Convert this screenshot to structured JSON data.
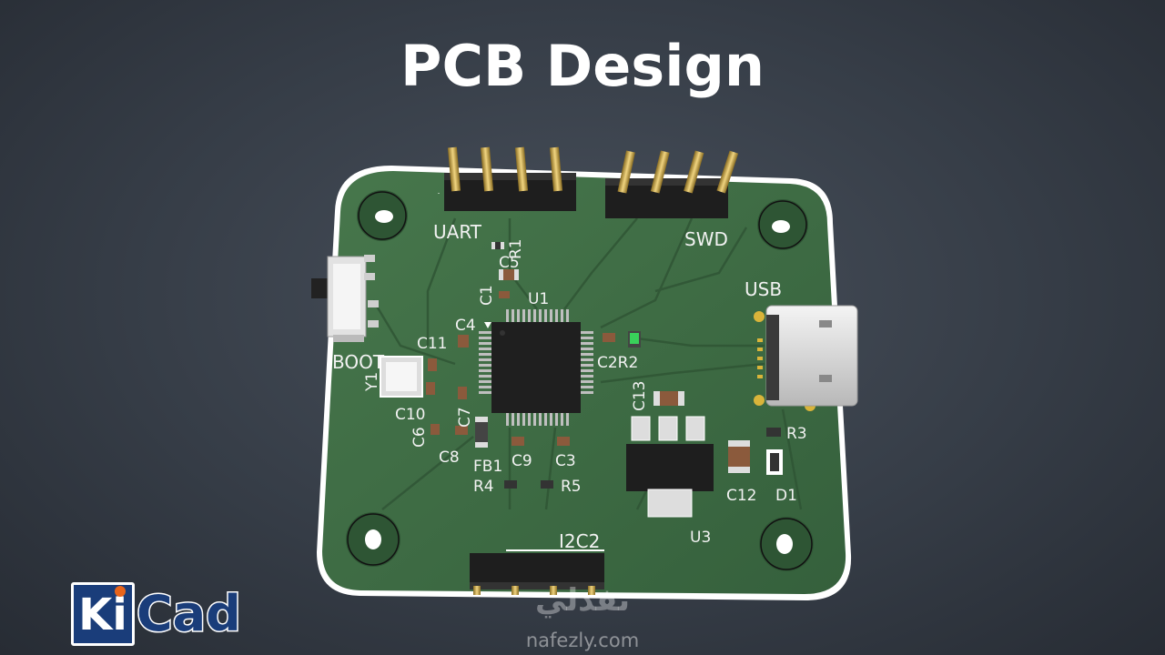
{
  "title": "PCB Design",
  "labels": {
    "uart": "UART",
    "swd": "SWD",
    "usb": "USB",
    "boot": "BOOT",
    "i2c2": "I2C2",
    "r1": "R1",
    "c5": "C5",
    "c1": "C1",
    "u1": "U1",
    "c4": "C4",
    "c11": "C11",
    "y1": "Y1",
    "c10": "C10",
    "c6": "C6",
    "c7": "C7",
    "c8": "C8",
    "c9": "C9",
    "c3": "C3",
    "fb1": "FB1",
    "r4": "R4",
    "r5": "R5",
    "c2r2": "C2R2",
    "c13": "C13",
    "r3": "R3",
    "c12": "C12",
    "d1": "D1",
    "u3": "U3"
  },
  "logo": {
    "ki": "Ki",
    "cad": "Cad"
  },
  "watermark": {
    "arabic": "نفذلي",
    "url": "nafezly.com"
  },
  "colors": {
    "background": "#363d47",
    "board": "#3f6b45",
    "silkscreen": "#f2f2f2",
    "kicad_blue": "#1a3d7a",
    "kicad_orange": "#e8641b"
  }
}
